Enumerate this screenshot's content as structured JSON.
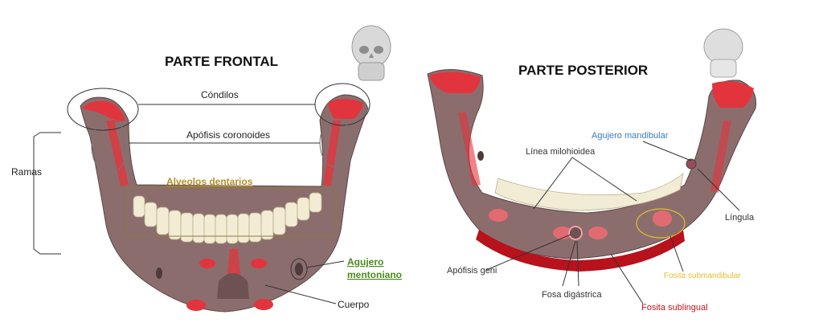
{
  "frontal": {
    "title": "PARTE FRONTAL",
    "labels": {
      "condilos": "Cóndilos",
      "coronoides": "Apófisis coronoides",
      "ramas": "Ramas",
      "alveolos": "Alveolos dentarios",
      "agujero_line1": "Agujero",
      "agujero_line2": "mentoniano",
      "cuerpo": "Cuerpo"
    }
  },
  "posterior": {
    "title": "PARTE POSTERIOR",
    "labels": {
      "linea": "Línea milohioidea",
      "agujero_mandibular": "Agujero mandibular",
      "lingula": "Língula",
      "geni": "Apófisis geni",
      "fosa_digastrica": "Fosa digástrica",
      "fosita_sublingual": "Fosita sublingual",
      "fosita_submandibular": "Fosita submandibular"
    }
  },
  "colors": {
    "bone": "#8c6d6d",
    "highlight_red": "#e2343d",
    "alveolos_label": "#b5902a",
    "agujero_label": "#4d8a1c",
    "agujero_mandibular_label": "#3a7bbf",
    "fosita_sublingual_label": "#c0141f",
    "fosita_submandibular_label": "#e0c030"
  },
  "icons": [
    "skull-front-icon",
    "skull-back-icon"
  ]
}
